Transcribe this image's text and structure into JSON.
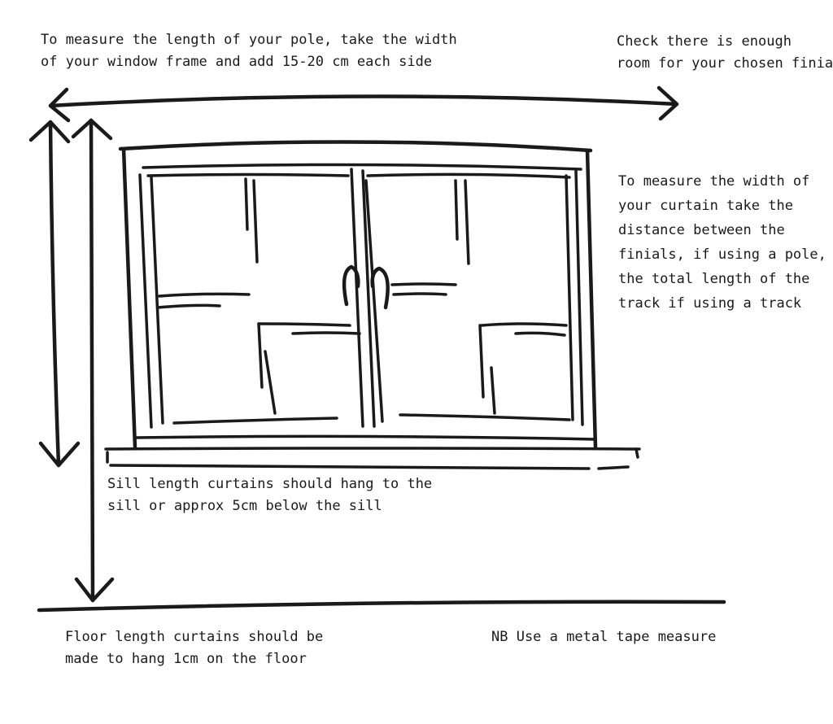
{
  "annotations": {
    "pole_length": [
      "To measure the length of your pole, take the width",
      "of your window frame and add 15-20 cm each side"
    ],
    "finial_check": [
      "Check there is enough",
      "room for your chosen finial"
    ],
    "curtain_width": [
      "To measure the width of",
      "your curtain take the",
      "distance between the",
      "finials, if using a pole, or",
      "the total length of the",
      "track if using a track"
    ],
    "sill_length": [
      "Sill length curtains should hang to the",
      "sill or approx 5cm below the sill"
    ],
    "floor_length": [
      "Floor length curtains should be",
      "made to hang 1cm on the floor"
    ],
    "tape_note": [
      "NB Use a metal tape measure"
    ]
  },
  "colors": {
    "ink": "#1a1a1a",
    "background": "#ffffff"
  }
}
